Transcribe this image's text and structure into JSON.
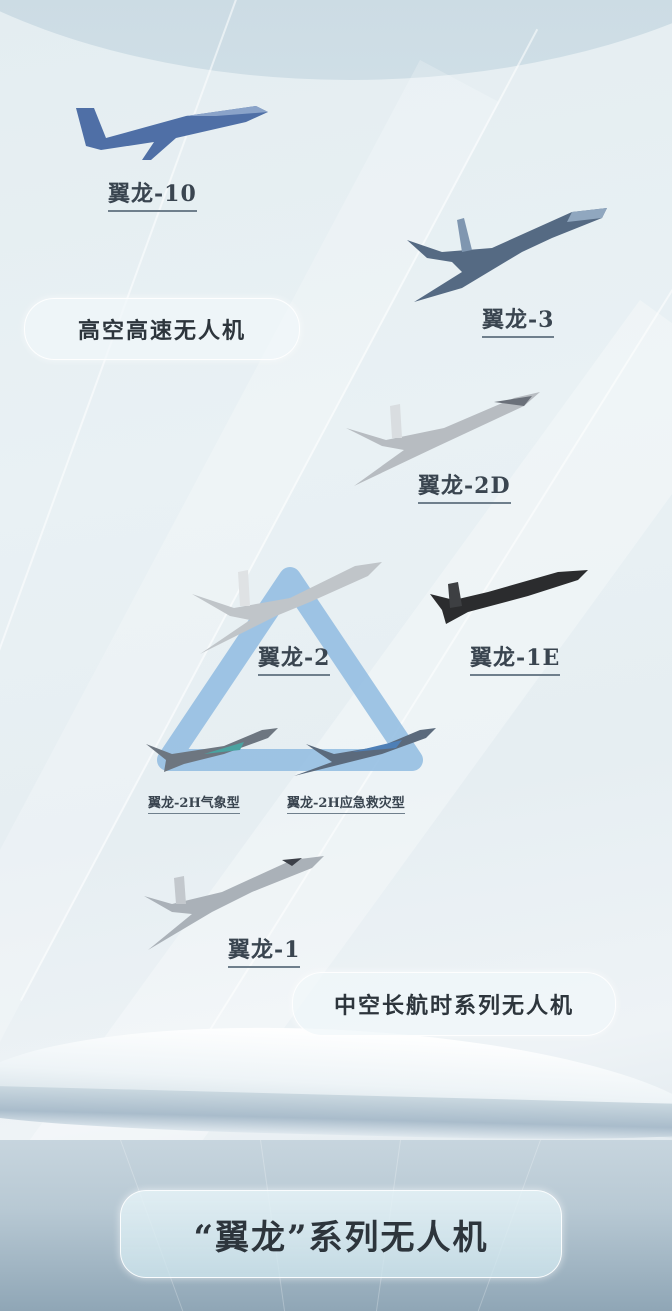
{
  "poster": {
    "title": "“翼龙”系列无人机",
    "categories": {
      "high_altitude": "高空高速无人机",
      "medium_altitude": "中空长航时系列无人机"
    },
    "drones": [
      {
        "name": "翼龙-10",
        "color": "#4f6fa6",
        "category": "high_altitude"
      },
      {
        "name": "翼龙-3",
        "color": "#5a6f86",
        "category": "high_altitude"
      },
      {
        "name": "翼龙-2D",
        "color": "#b7bcc1",
        "category": "medium_altitude"
      },
      {
        "name": "翼龙-2",
        "color": "#c0c5c9",
        "category": "medium_altitude"
      },
      {
        "name": "翼龙-1E",
        "color": "#2b2c2e",
        "category": "medium_altitude"
      },
      {
        "name": "翼龙-2H气象型",
        "color": "#6d7680",
        "category": "medium_altitude"
      },
      {
        "name": "翼龙-2H应急救灾型",
        "color": "#5b6a7c",
        "category": "medium_altitude"
      },
      {
        "name": "翼龙-1",
        "color": "#aab1b8",
        "category": "medium_altitude"
      }
    ],
    "triangle_color": "#8fbbe0"
  }
}
